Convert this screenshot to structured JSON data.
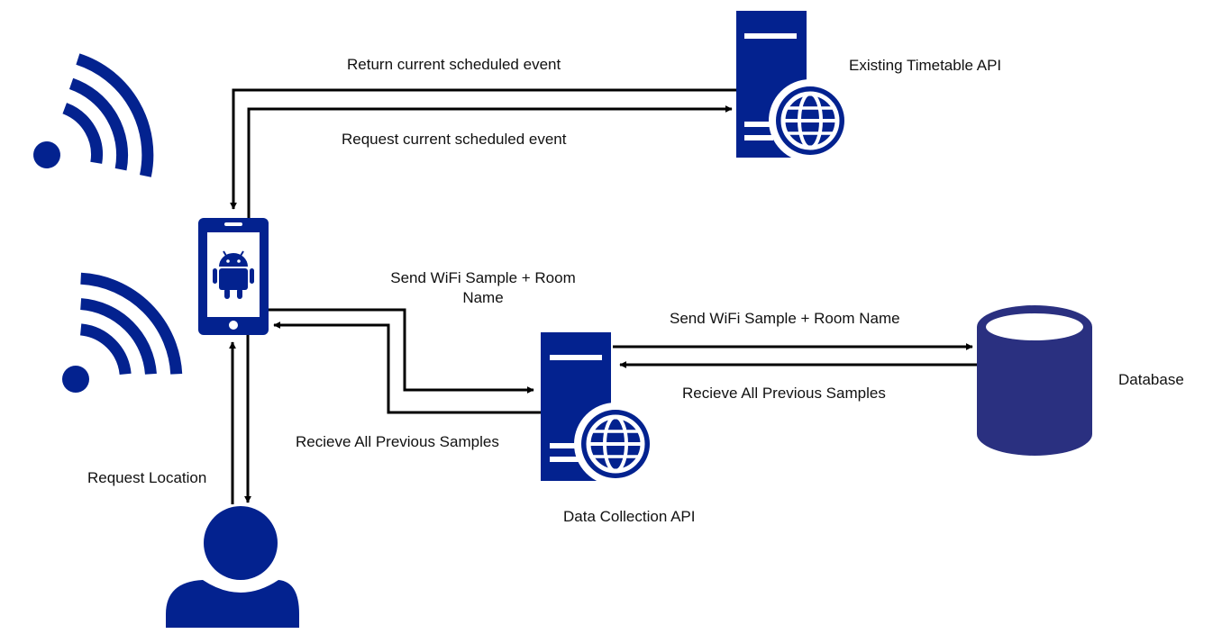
{
  "colors": {
    "icon": "#03228f",
    "database": "#2a3080",
    "line": "#000000",
    "background": "#ffffff"
  },
  "nodes": {
    "timetable_api": {
      "label": "Existing Timetable API",
      "icon": "server-globe-icon"
    },
    "data_collection_api": {
      "label": "Data Collection API",
      "icon": "server-globe-icon"
    },
    "database": {
      "label": "Database",
      "icon": "database-cylinder-icon"
    },
    "phone": {
      "icon": "android-phone-icon"
    },
    "user": {
      "icon": "user-icon"
    },
    "wifi_top": {
      "icon": "wifi-signal-icon"
    },
    "wifi_bottom": {
      "icon": "wifi-signal-icon"
    }
  },
  "edges": {
    "return_event": "Return current scheduled event",
    "request_event": "Request current scheduled event",
    "send_sample_phone_line1": "Send WiFi Sample + Room",
    "send_sample_phone_line2": "Name",
    "receive_samples_phone": "Recieve All Previous Samples",
    "send_sample_db": "Send WiFi Sample + Room Name",
    "receive_samples_db": "Recieve All Previous Samples",
    "request_location": "Request Location"
  }
}
